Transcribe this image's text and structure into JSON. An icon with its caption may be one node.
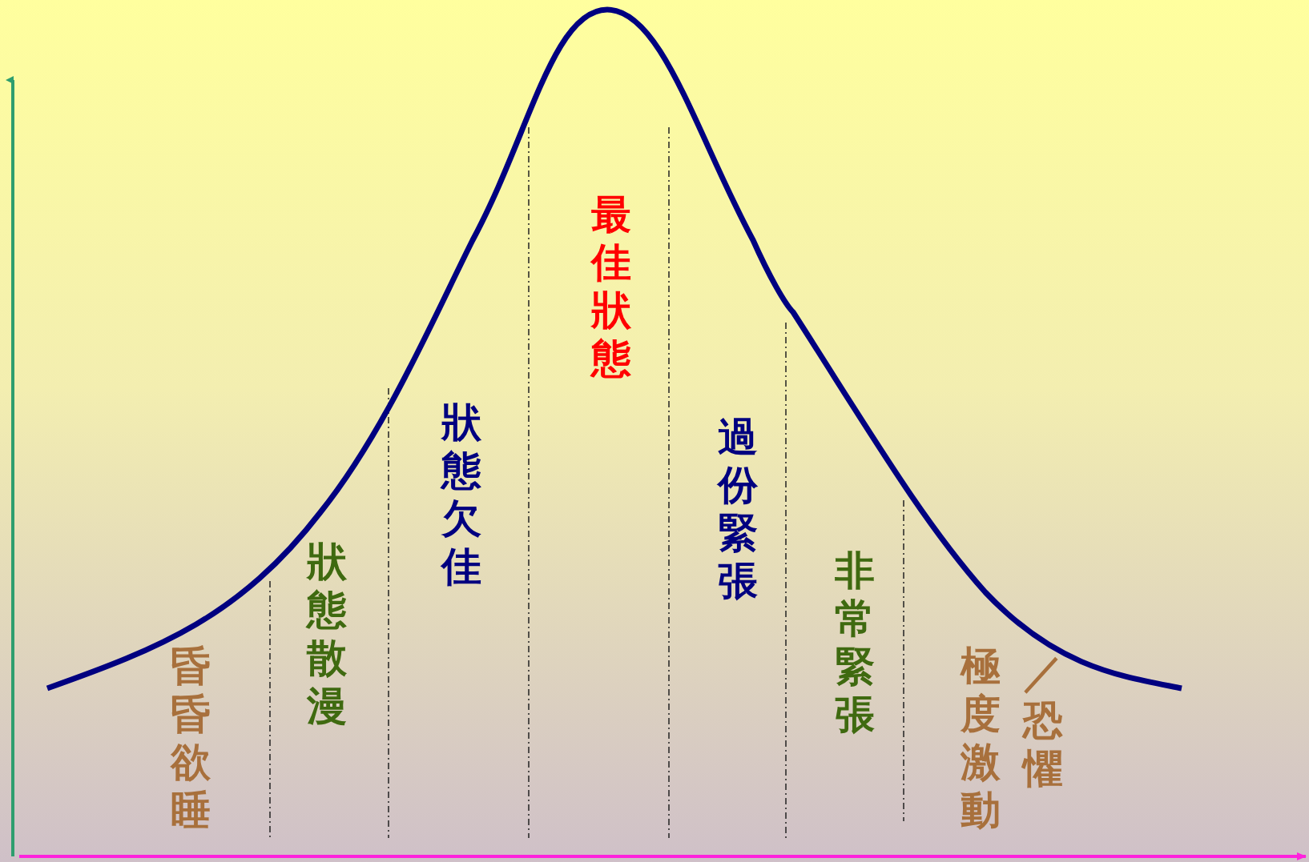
{
  "diagram": {
    "labels": [
      "昏昏欲睡",
      "狀態散漫",
      "狀態欠佳",
      "最佳狀態",
      "過份緊張",
      "非常緊張",
      "極度激動",
      "／恐懼"
    ]
  }
}
